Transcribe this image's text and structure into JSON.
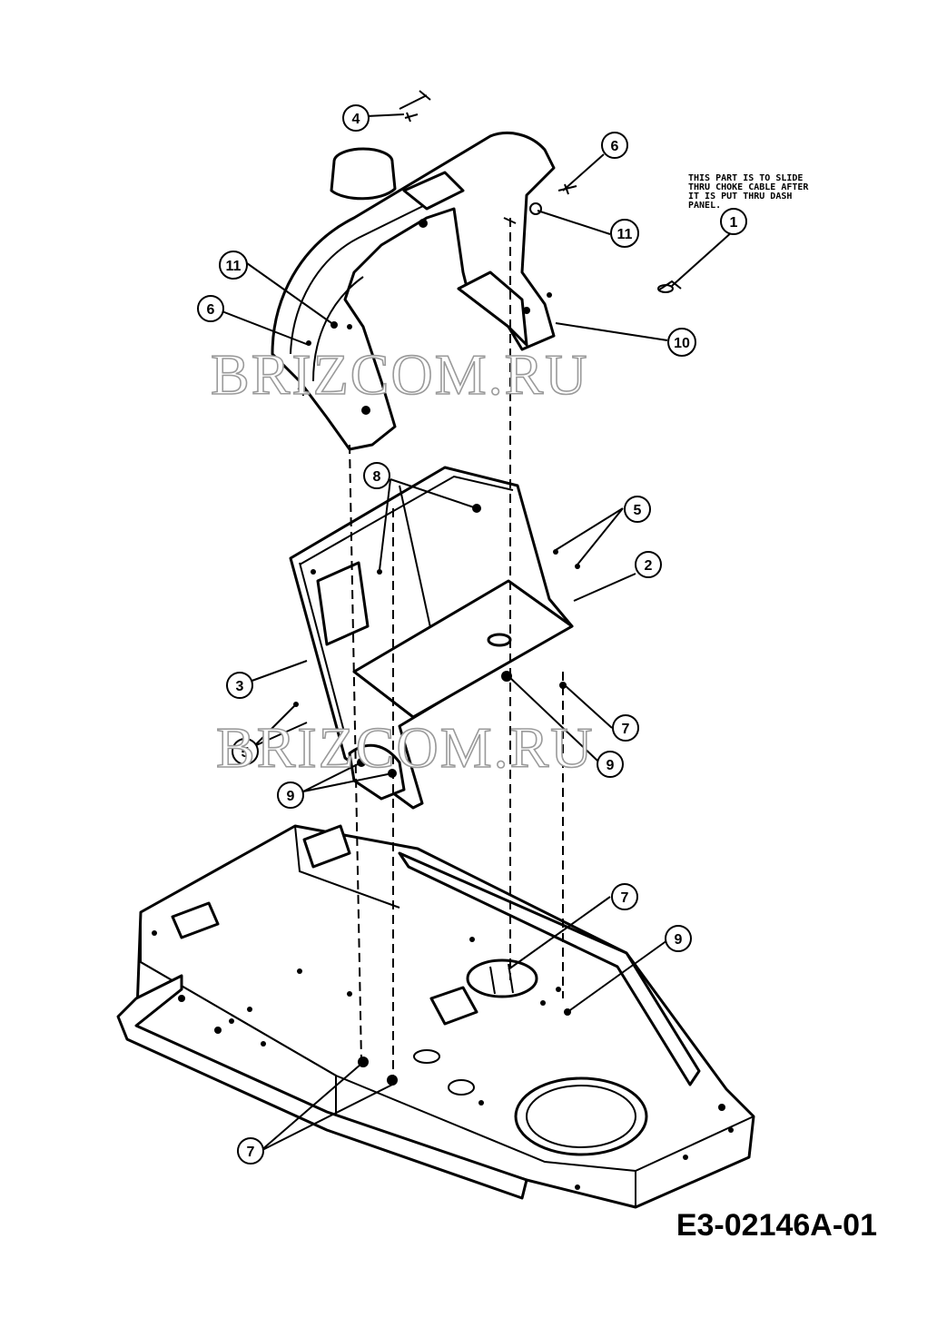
{
  "diagram": {
    "note_lines": [
      "THIS PART IS TO SLIDE",
      "THRU CHOKE CABLE AFTER",
      "IT IS PUT THRU DASH",
      "PANEL."
    ],
    "watermarks": [
      "BRIZCOM.RU",
      "BRIZCOM.RU"
    ],
    "drawing_code": "E3-02146A-01",
    "callouts": [
      {
        "id": "c1",
        "label": "1"
      },
      {
        "id": "c2",
        "label": "2"
      },
      {
        "id": "c3",
        "label": "3"
      },
      {
        "id": "c4",
        "label": "4"
      },
      {
        "id": "c5a",
        "label": "5"
      },
      {
        "id": "c5b",
        "label": "5"
      },
      {
        "id": "c6a",
        "label": "6"
      },
      {
        "id": "c6b",
        "label": "6"
      },
      {
        "id": "c7a",
        "label": "7"
      },
      {
        "id": "c7b",
        "label": "7"
      },
      {
        "id": "c7c",
        "label": "7"
      },
      {
        "id": "c8",
        "label": "8"
      },
      {
        "id": "c9a",
        "label": "9"
      },
      {
        "id": "c9b",
        "label": "9"
      },
      {
        "id": "c9c",
        "label": "9"
      },
      {
        "id": "c10",
        "label": "10"
      },
      {
        "id": "c11a",
        "label": "11"
      },
      {
        "id": "c11b",
        "label": "11"
      }
    ]
  }
}
